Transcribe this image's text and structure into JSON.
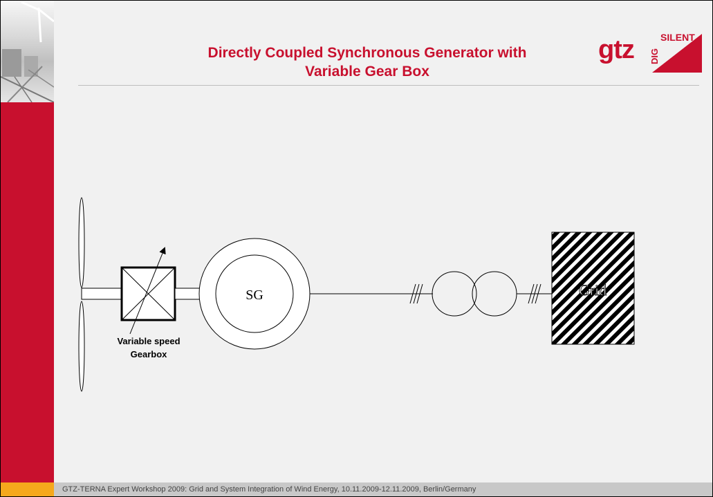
{
  "slide": {
    "title_line1": "Directly Coupled Synchronous Generator with",
    "title_line2": "Variable Gear Box",
    "logo_text": "gtz",
    "badge_text_top": "SILENT",
    "badge_text_side": "DIG"
  },
  "diagram": {
    "generator_label": "SG",
    "gearbox_label_line1": "Variable speed",
    "gearbox_label_line2": "Gearbox",
    "grid_label": "Grid"
  },
  "footer": {
    "text": "GTZ-TERNA Expert Workshop 2009: Grid and System Integration of Wind Energy, 10.11.2009-12.11.2009, Berlin/Germany"
  },
  "colors": {
    "accent_red": "#c8102e",
    "accent_orange": "#f5a81c"
  }
}
